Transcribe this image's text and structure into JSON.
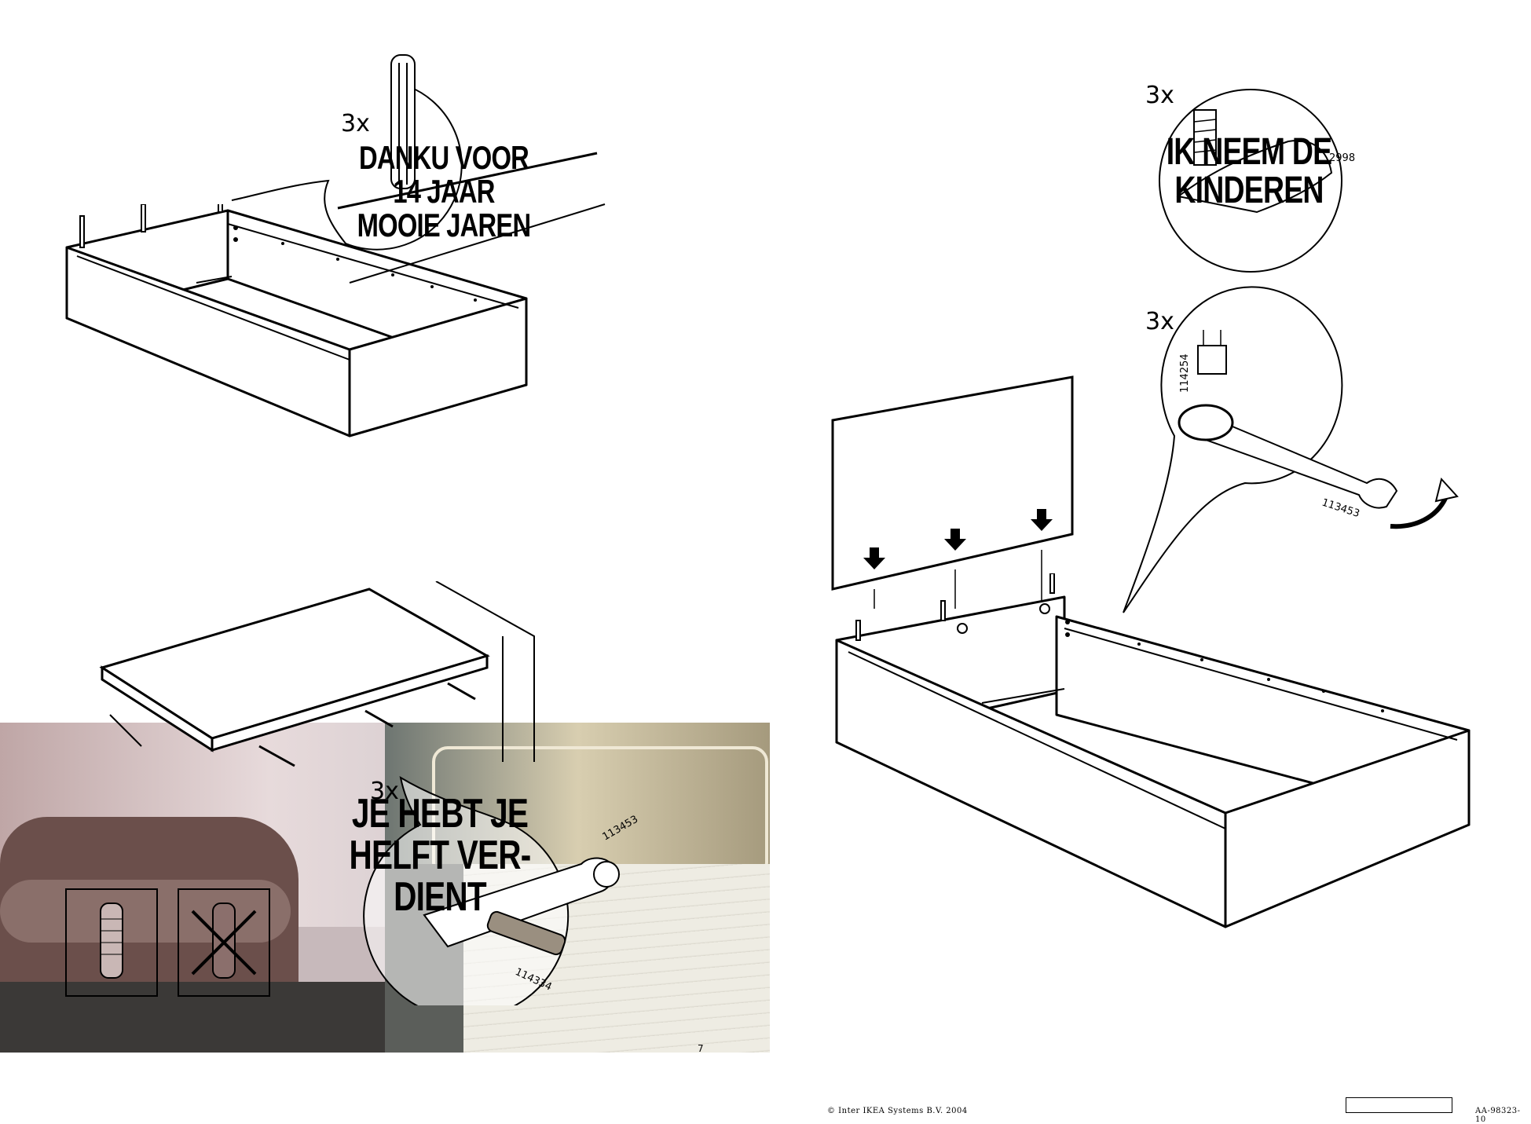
{
  "panels": {
    "top_left": {
      "count": "3x",
      "caption": "DANKU VOOR\n14 JAAR\nMOOIE JAREN",
      "part_number": ""
    },
    "bottom_left": {
      "count": "3x",
      "caption": "JE HEBT JE\nHELFT VER-\nDIENT",
      "part_numbers": [
        "113453",
        "114334"
      ]
    },
    "right_top": {
      "count": "3x",
      "caption": "IK NEEM DE\nKINDEREN",
      "part_number": "2998"
    },
    "right_bottom": {
      "count": "3x",
      "part_numbers": [
        "114254",
        "113453"
      ]
    }
  },
  "page_number": "7",
  "footer": {
    "copyright": "© Inter IKEA Systems B.V. 2004",
    "doc_code": "AA-98323-10"
  },
  "colors": {
    "line": "#000000",
    "photo_wall": "#c9b9ba",
    "sofa": "#6a4f4c",
    "floor": "#3c3a38",
    "mattress": "#e8e6dd"
  }
}
